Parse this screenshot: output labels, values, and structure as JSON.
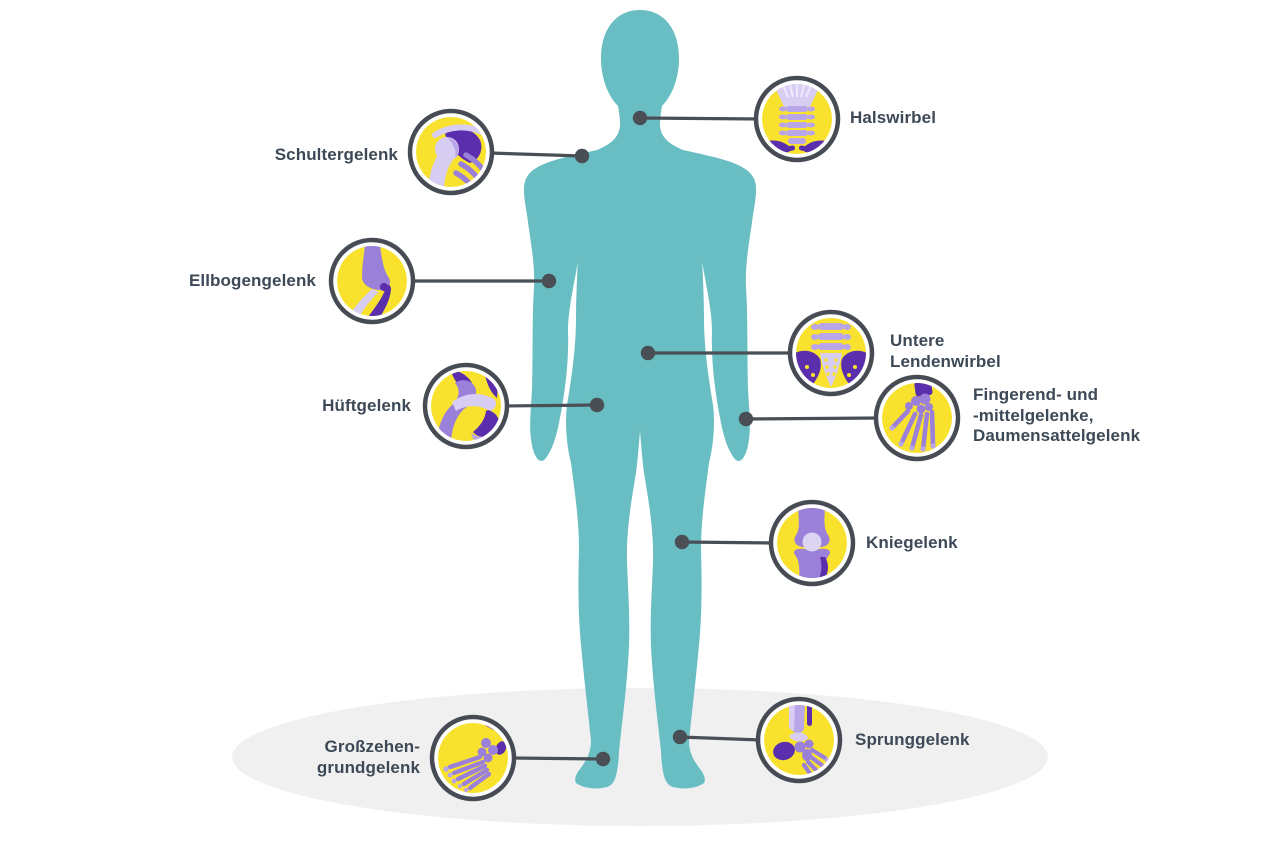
{
  "diagram": {
    "labels": [
      {
        "id": "halswirbel",
        "text": "Halswirbel",
        "icon": "cervical-vertebrae-icon"
      },
      {
        "id": "schulter",
        "text": "Schultergelenk",
        "icon": "shoulder-joint-icon"
      },
      {
        "id": "ellbogen",
        "text": "Ellbogengelenk",
        "icon": "elbow-joint-icon"
      },
      {
        "id": "lendenwirbel",
        "text": "Untere\nLendenwirbel",
        "icon": "lumbar-vertebrae-icon"
      },
      {
        "id": "finger",
        "text": "Fingerend- und\n-mittelgelenke,\nDaumensattelgelenk",
        "icon": "hand-finger-joints-icon"
      },
      {
        "id": "huefte",
        "text": "Hüftgelenk",
        "icon": "hip-joint-icon"
      },
      {
        "id": "knie",
        "text": "Kniegelenk",
        "icon": "knee-joint-icon"
      },
      {
        "id": "grosszehe",
        "text": "Großzehen-\ngrundgelenk",
        "icon": "big-toe-joint-icon"
      },
      {
        "id": "sprung",
        "text": "Sprunggelenk",
        "icon": "ankle-joint-icon"
      }
    ],
    "colors": {
      "body_teal": "#68bec2",
      "floor_shadow": "#f0f0f1",
      "badge_yellow": "#f8e22d",
      "badge_ring": "#474c54",
      "connector": "#4a4f55",
      "label_text": "#3d4956",
      "bone_light": "#d8cdf2",
      "bone_mid_light": "#b9a6e8",
      "bone_mid": "#9b80d9",
      "bone_dark": "#5b2eae"
    }
  }
}
